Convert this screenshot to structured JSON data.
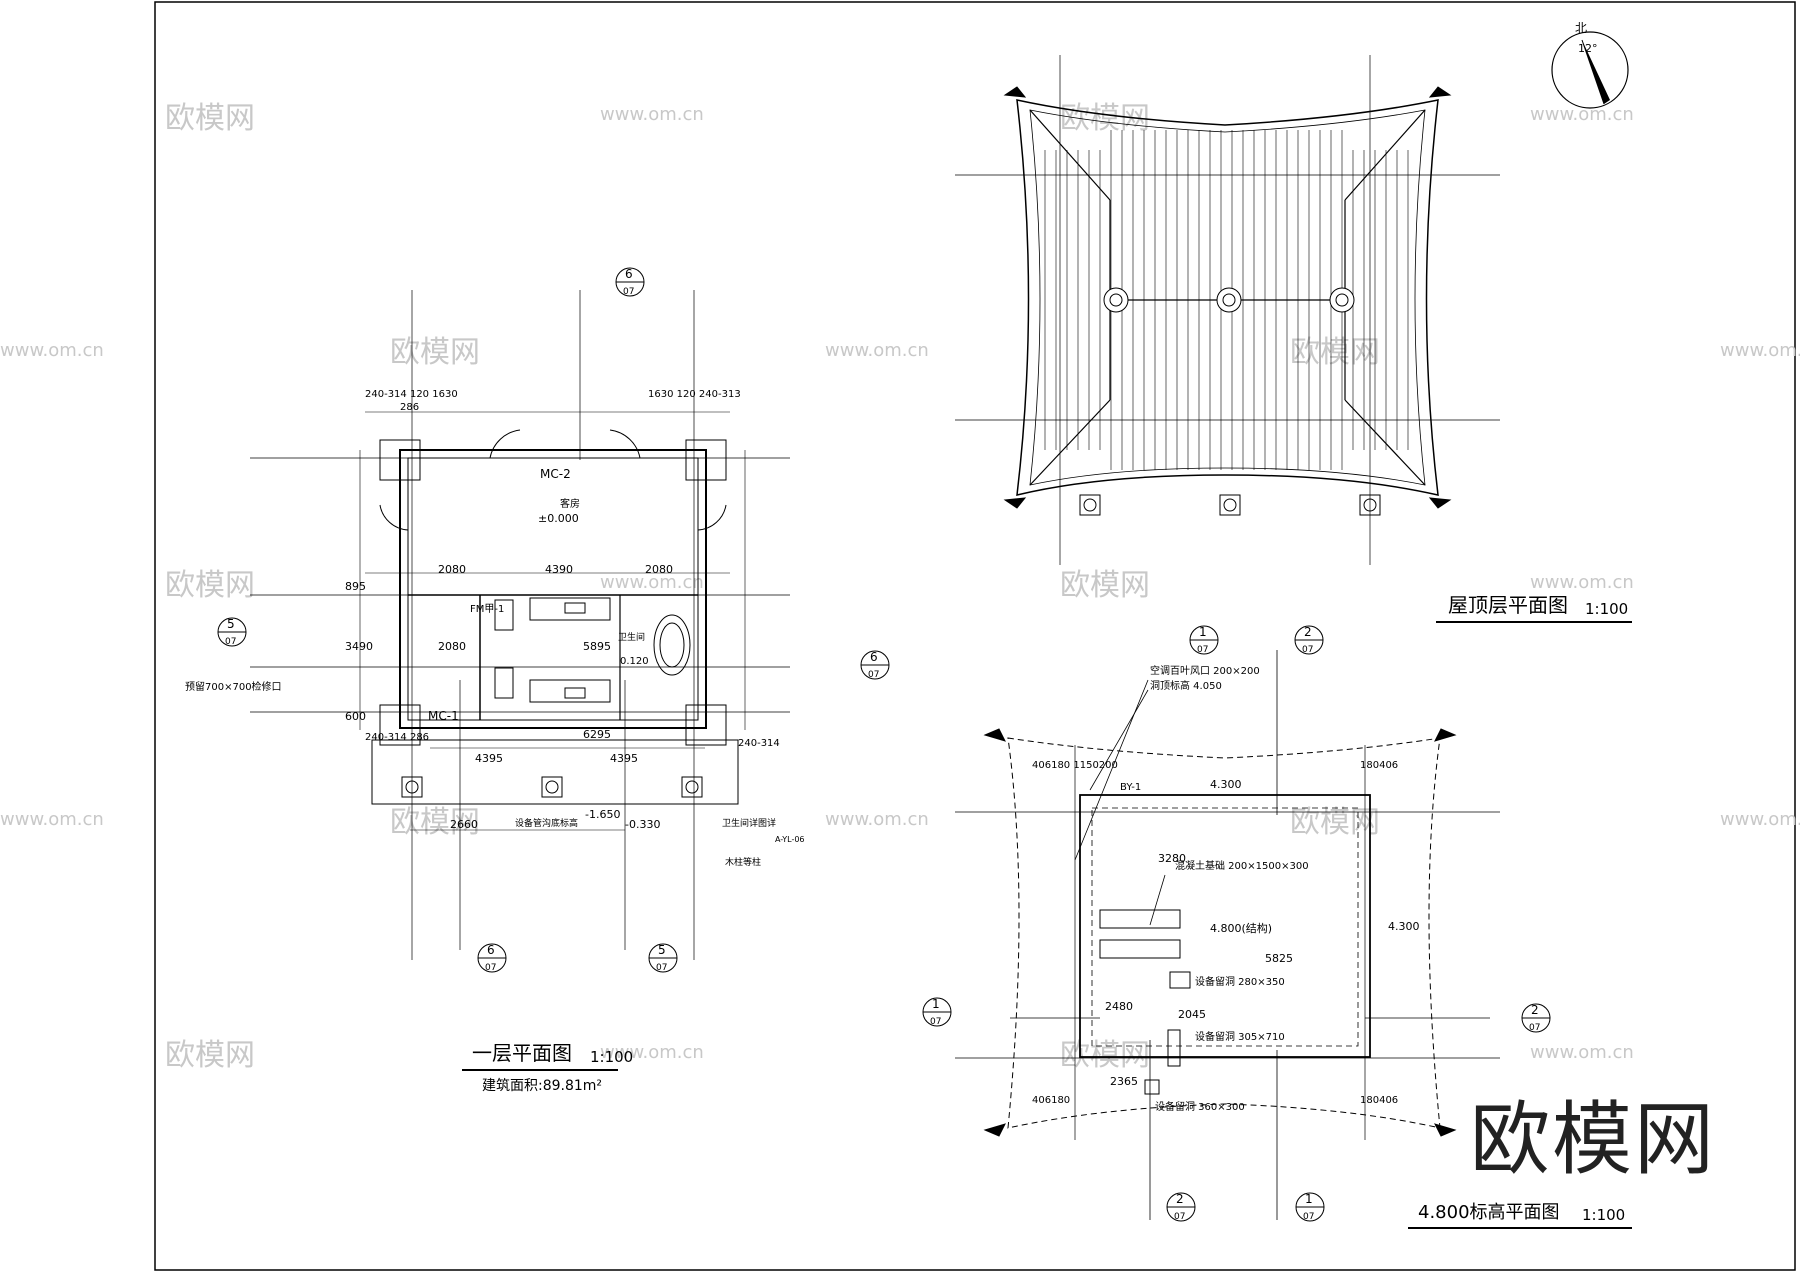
{
  "watermark": {
    "brand": "欧模网",
    "url": "www.om.cn",
    "big_logo": "欧模网"
  },
  "north_arrow": {
    "label": "北",
    "angle_text": "12°"
  },
  "ground_plan": {
    "title": "一层平面图",
    "scale": "1:100",
    "area": "建筑面积:89.81m²",
    "room_main": "客房",
    "elevation_zero": "±0.000",
    "bath_label": "卫生间",
    "bath_elev": "0.120",
    "door_mc2": "MC-2",
    "door_mc1": "MC-1",
    "door_fm": "FM甲-1",
    "access_note": "预留700×700检修口",
    "pipe_elev_label": "设备管沟底标高",
    "pipe_elev": "-1.650",
    "ground_elev": "-0.330",
    "finish_label": "卫生间详图详",
    "post_label": "木柱等柱",
    "section_ref": "A-YL-06",
    "dims_top_left": "240-314 120 1630",
    "dims_top_right": "1630 120 240-313",
    "dim_286": "286",
    "dim_2080a": "2080",
    "dim_4390": "4390",
    "dim_2080b": "2080",
    "dim_5895": "5895",
    "dim_2080c": "2080",
    "dim_6295": "6295",
    "dim_4395a": "4395",
    "dim_4395b": "4395",
    "dim_2660": "2660",
    "dim_3490": "3490",
    "dim_600": "600",
    "dim_895": "895",
    "dim_bottom_left": "240-314 286",
    "dim_bottom_right": "240-314",
    "callouts": [
      {
        "num": "6",
        "sheet": "07"
      },
      {
        "num": "5",
        "sheet": "07"
      },
      {
        "num": "6",
        "sheet": "07"
      },
      {
        "num": "6",
        "sheet": "07"
      },
      {
        "num": "5",
        "sheet": "07"
      }
    ]
  },
  "roof_plan": {
    "title": "屋顶层平面图",
    "scale": "1:100"
  },
  "level_plan": {
    "title": "4.800标高平面图",
    "scale": "1:100",
    "vent_label": "空调百叶风口 200×200",
    "vent_elev": "洞顶标高 4.050",
    "beam_label": "混凝土基础 200×1500×300",
    "elev_4300a": "4.300",
    "elev_4300b": "4.300",
    "elev_4800": "4.800(结构)",
    "hole1": "设备留洞 280×350",
    "hole2": "设备留洞 305×710",
    "hole3": "设备留洞 360×300",
    "dim_5825": "5825",
    "dim_3280": "3280",
    "dim_2480": "2480",
    "dim_2045": "2045",
    "dim_2365": "2365",
    "dim_top_left": "406180 1150200",
    "dim_top_right": "180406",
    "dim_bot_left": "406180",
    "dim_bot_right": "180406",
    "by_label": "BY-1",
    "callouts": [
      {
        "num": "1",
        "sheet": "07"
      },
      {
        "num": "2",
        "sheet": "07"
      },
      {
        "num": "1",
        "sheet": "07"
      },
      {
        "num": "2",
        "sheet": "07"
      },
      {
        "num": "2",
        "sheet": "07"
      },
      {
        "num": "1",
        "sheet": "07"
      }
    ]
  }
}
